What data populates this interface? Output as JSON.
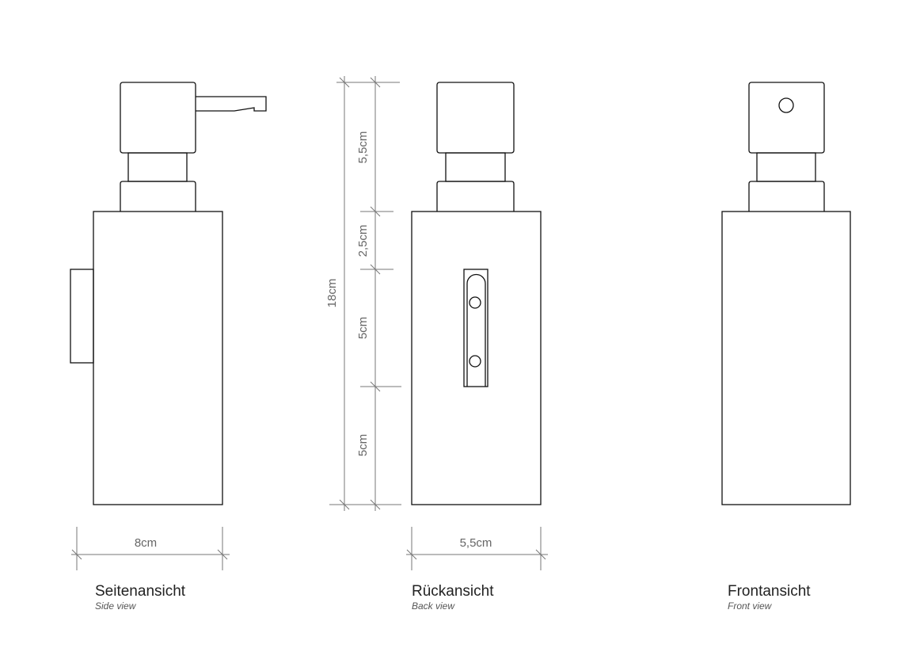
{
  "views": {
    "side": {
      "title": "Seitenansicht",
      "subtitle": "Side view",
      "width_label": "8cm"
    },
    "back": {
      "title": "Rückansicht",
      "subtitle": "Back view",
      "width_label": "5,5cm"
    },
    "front": {
      "title": "Frontansicht",
      "subtitle": "Front view"
    }
  },
  "dimensions": {
    "total_height": "18cm",
    "segments": [
      "5,5cm",
      "2,5cm",
      "5cm",
      "5cm"
    ]
  }
}
